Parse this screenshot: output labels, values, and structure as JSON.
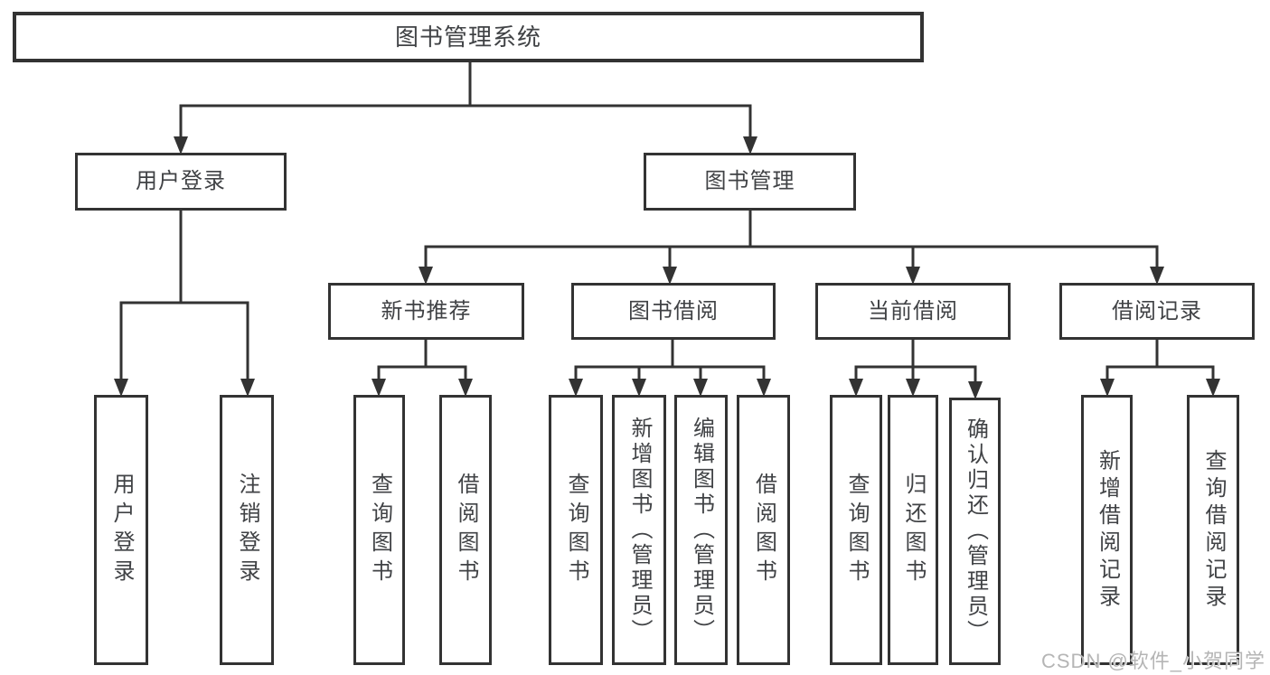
{
  "nodes": {
    "root": "图书管理系统",
    "user_login": "用户登录",
    "book_management": "图书管理",
    "new_book_recommend": "新书推荐",
    "book_borrowing": "图书借阅",
    "current_borrowing": "当前借阅",
    "borrowing_records": "借阅记录"
  },
  "leaves": {
    "user_login": [
      "用户登录",
      "注销登录"
    ],
    "new_book_recommend": [
      "查询图书",
      "借阅图书"
    ],
    "book_borrowing": [
      "查询图书",
      "新增图书（管理员）",
      "编辑图书（管理员）",
      "借阅图书"
    ],
    "current_borrowing": [
      "查询图书",
      "归还图书",
      "确认归还（管理员）"
    ],
    "borrowing_records": [
      "新增借阅记录",
      "查询借阅记录"
    ]
  },
  "watermark": "CSDN @软件_小贺同学",
  "colors": {
    "line": "#333333",
    "text": "#404245",
    "watermark": "#b5b5b5",
    "background": "#ffffff"
  }
}
